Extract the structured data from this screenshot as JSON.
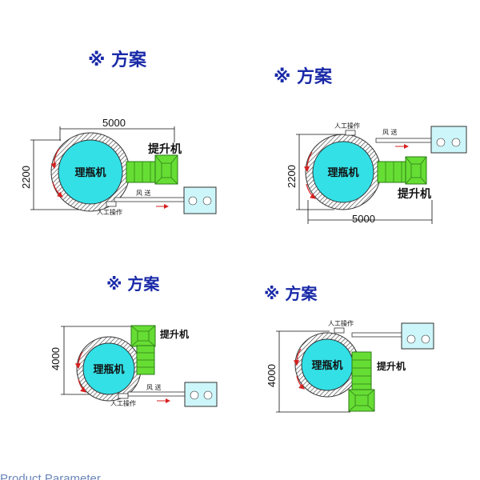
{
  "panels": [
    {
      "title": "※ 方案",
      "machine": "理瓶机",
      "elevator": "提升机",
      "air": "风 送",
      "manual": "人工操作",
      "width_label": "5000",
      "height_label": "2200"
    },
    {
      "title": "※ 方案",
      "machine": "理瓶机",
      "elevator": "提升机",
      "air": "风 送",
      "manual": "人工操作",
      "width_label": "5000",
      "height_label": "2200"
    },
    {
      "title": "※ 方案",
      "machine": "理瓶机",
      "elevator": "提升机",
      "air": "风 送",
      "manual": "人工操作",
      "height_label": "4000"
    },
    {
      "title": "※ 方案",
      "machine": "理瓶机",
      "elevator": "提升机",
      "air": "",
      "manual": "人工操作",
      "height_label": "4000"
    }
  ],
  "footer": {
    "caption": "Product Parameter"
  },
  "colors": {
    "title": "#1a2aa8",
    "machine_fill": "#33e0e6",
    "elevator": "#66dd33",
    "arrow": "#d62020",
    "box": "#cdf6fa"
  }
}
